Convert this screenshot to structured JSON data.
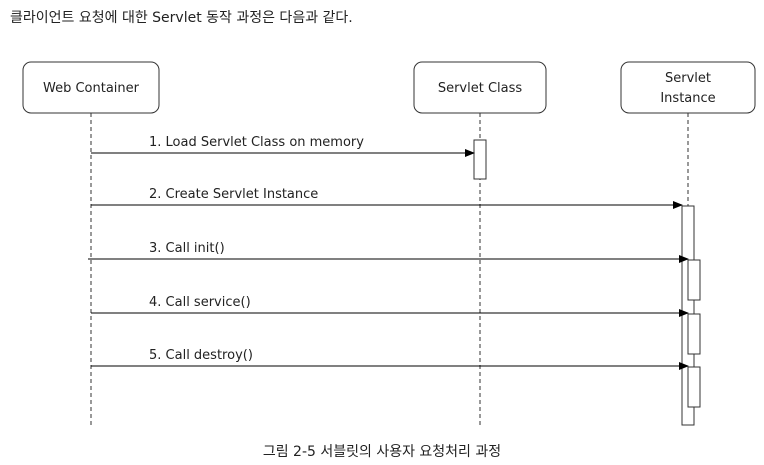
{
  "intro_text": "클라이언트 요청에 대한 Servlet 동작 과정은 다음과 같다.",
  "caption": "그림 2-5 서블릿의 사용자 요청처리 과정",
  "participants": {
    "web_container": {
      "label": "Web Container"
    },
    "servlet_class": {
      "label": "Servlet Class"
    },
    "servlet_instance": {
      "label_line1": "Servlet",
      "label_line2": "Instance"
    }
  },
  "messages": [
    {
      "label": "1. Load Servlet Class on memory"
    },
    {
      "label": "2. Create Servlet Instance"
    },
    {
      "label": "3. Call init()"
    },
    {
      "label": "4. Call service()"
    },
    {
      "label": "5. Call destroy()"
    }
  ]
}
